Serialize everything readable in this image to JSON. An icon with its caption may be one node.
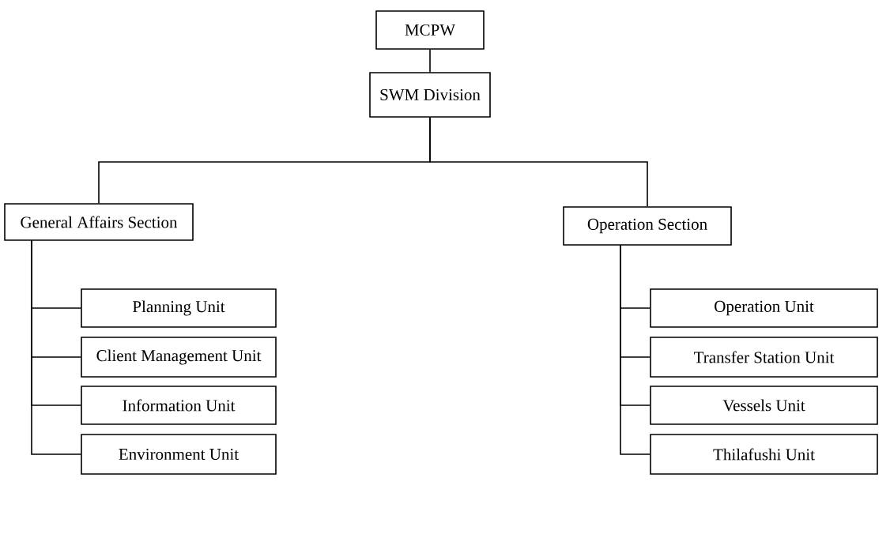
{
  "diagram": {
    "nodes": [
      {
        "text": [
          "MCPW"
        ]
      },
      {
        "text": [
          "SWM Division"
        ]
      },
      {
        "text": [
          "General Affairs Section"
        ]
      },
      {
        "text": [
          "Planning Unit"
        ]
      },
      {
        "text": [
          "Client Management Unit"
        ]
      },
      {
        "text": [
          "Information Unit"
        ]
      },
      {
        "text": [
          "Environment Unit"
        ]
      },
      {
        "text": [
          "Operation Section"
        ]
      },
      {
        "text": [
          "Operation Unit"
        ]
      },
      {
        "text": [
          "Transfer Station Unit"
        ]
      },
      {
        "text": [
          "Vessels Unit"
        ]
      },
      {
        "text": [
          "Thilafushi Unit"
        ]
      }
    ],
    "edges": [
      {
        "from": 0,
        "to": 1,
        "arrow": "none"
      },
      {
        "from": 1,
        "to": 2,
        "arrow": "none"
      },
      {
        "from": 1,
        "to": 7,
        "arrow": "none"
      },
      {
        "from": 2,
        "to": 3,
        "arrow": "none"
      },
      {
        "from": 2,
        "to": 4,
        "arrow": "none"
      },
      {
        "from": 2,
        "to": 5,
        "arrow": "none"
      },
      {
        "from": 2,
        "to": 6,
        "arrow": "none"
      },
      {
        "from": 7,
        "to": 8,
        "arrow": "none"
      },
      {
        "from": 7,
        "to": 9,
        "arrow": "none"
      },
      {
        "from": 7,
        "to": 10,
        "arrow": "none"
      },
      {
        "from": 7,
        "to": 11,
        "arrow": "none"
      }
    ]
  }
}
